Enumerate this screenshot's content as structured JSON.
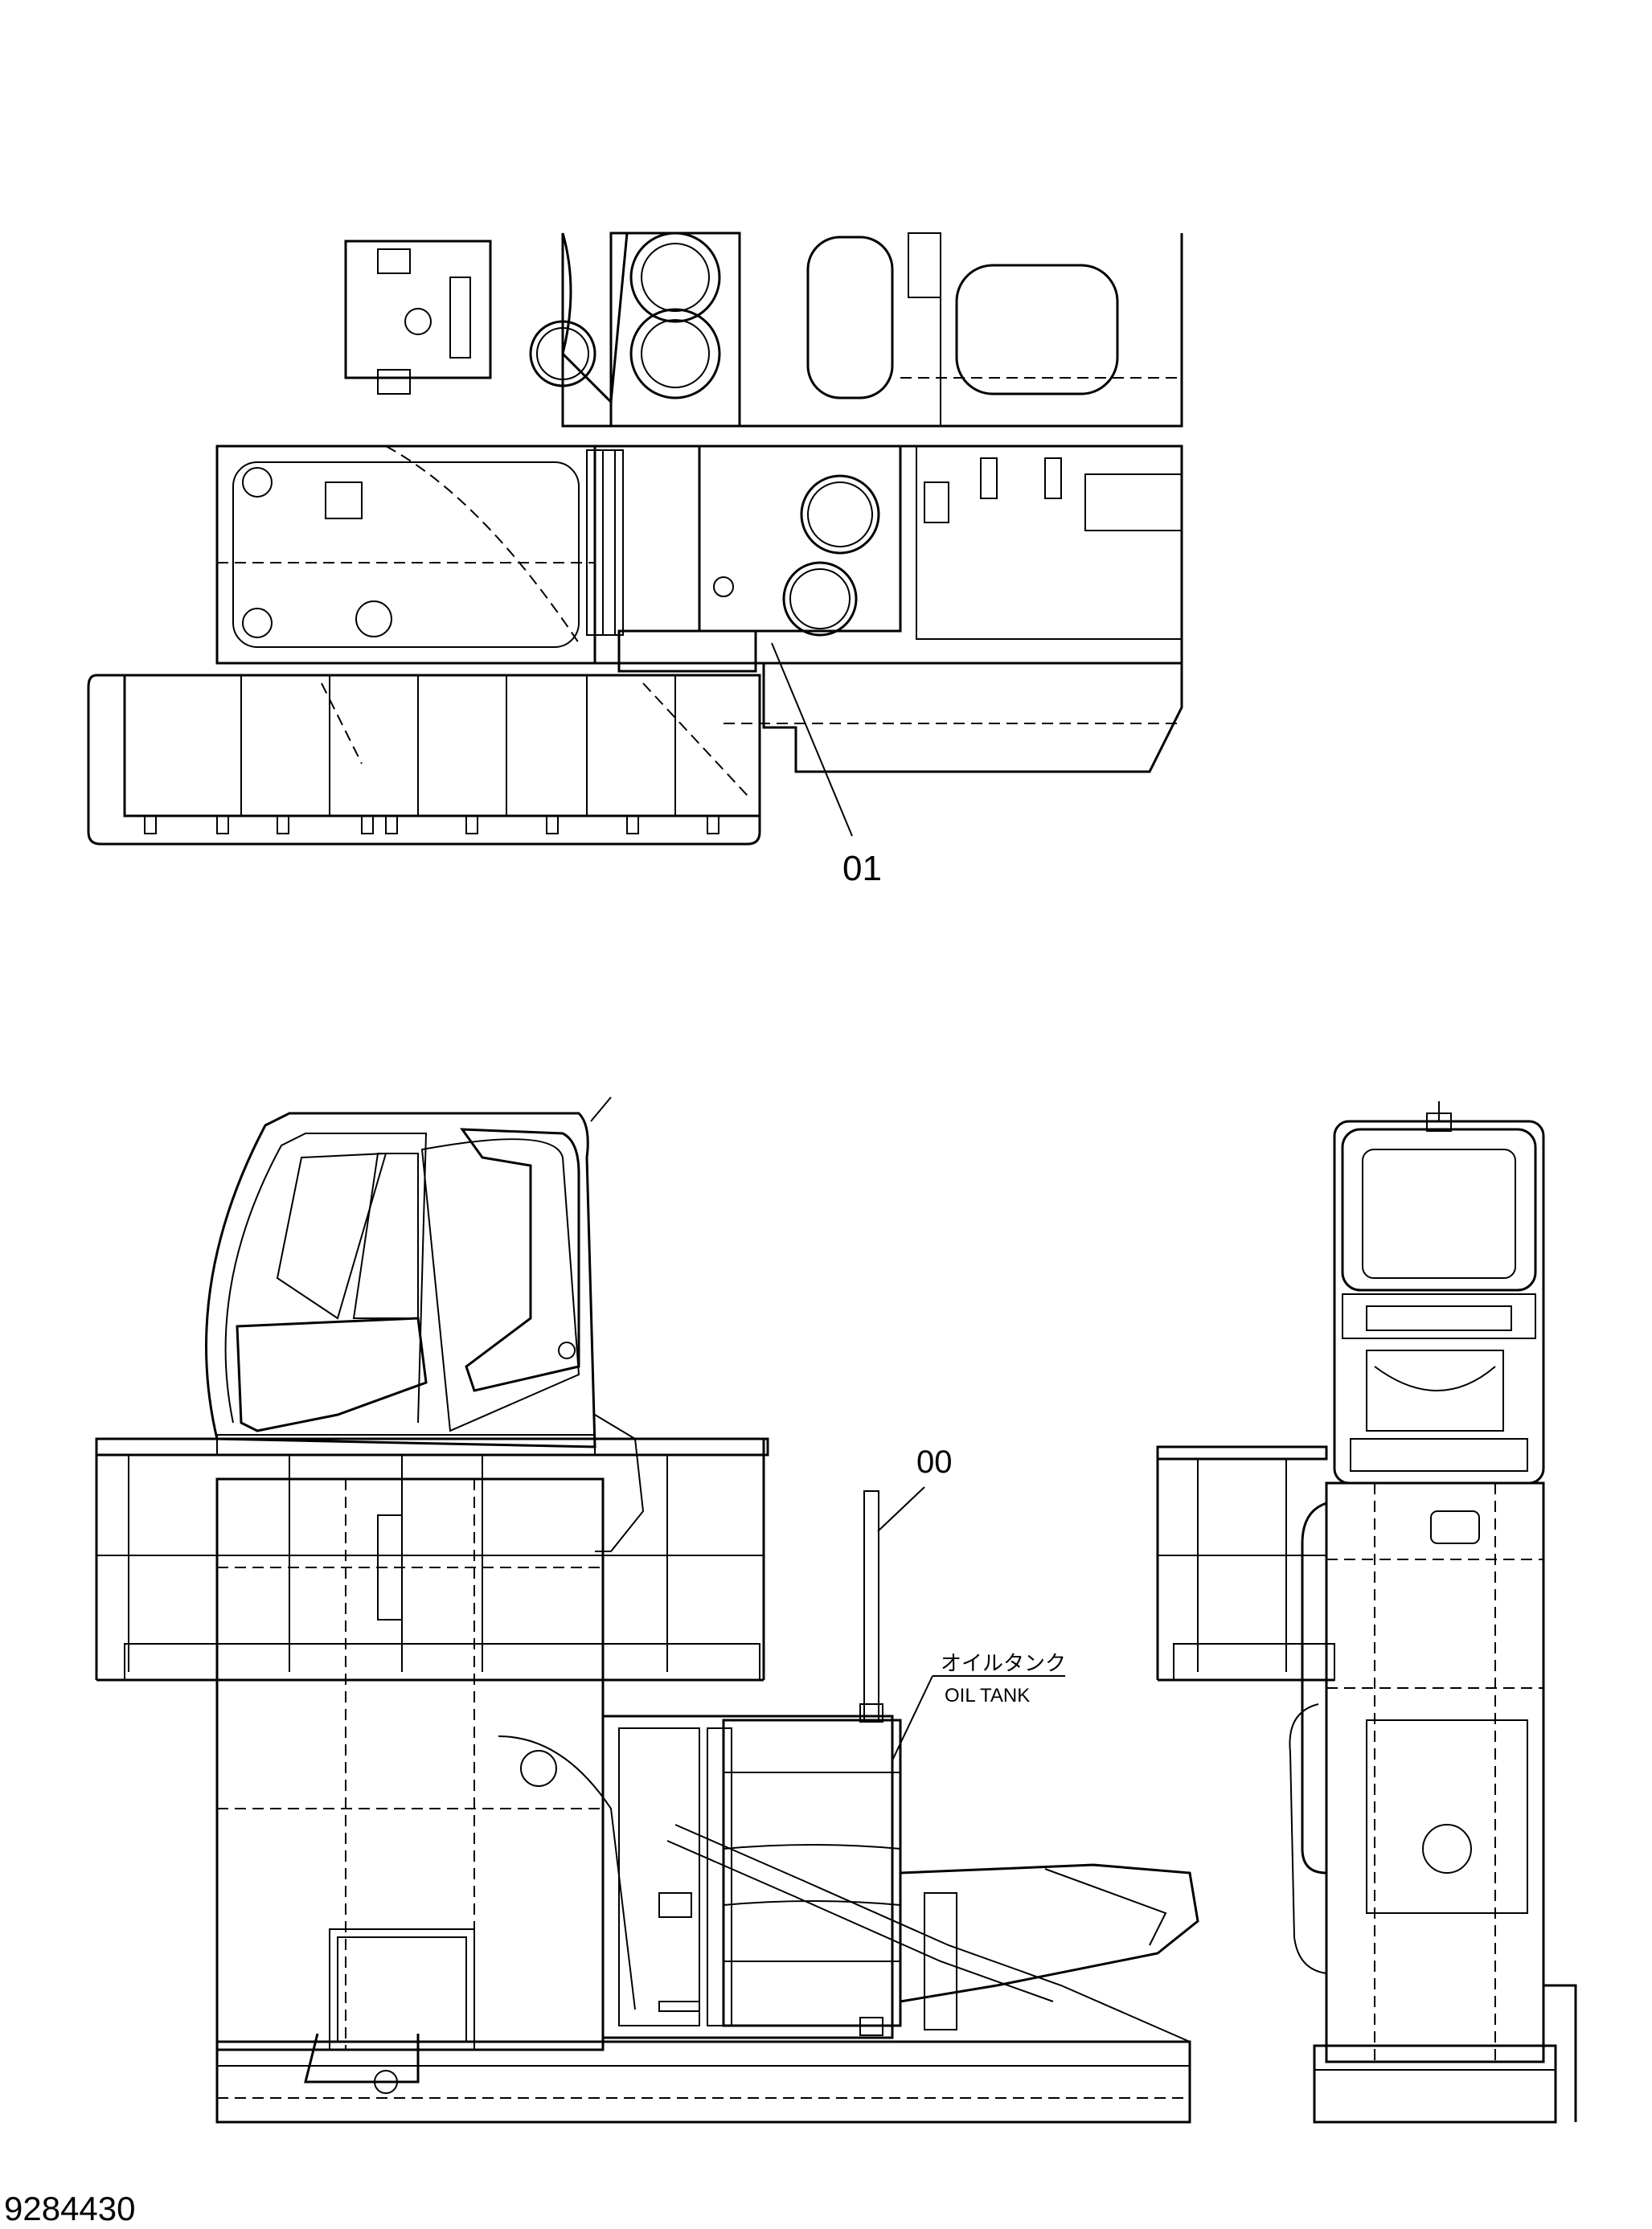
{
  "callouts": {
    "part_01": "01",
    "part_00": "00"
  },
  "oil_tank": {
    "japanese": "オイルタンク",
    "english": "OIL TANK"
  },
  "drawing_number": "9284430"
}
